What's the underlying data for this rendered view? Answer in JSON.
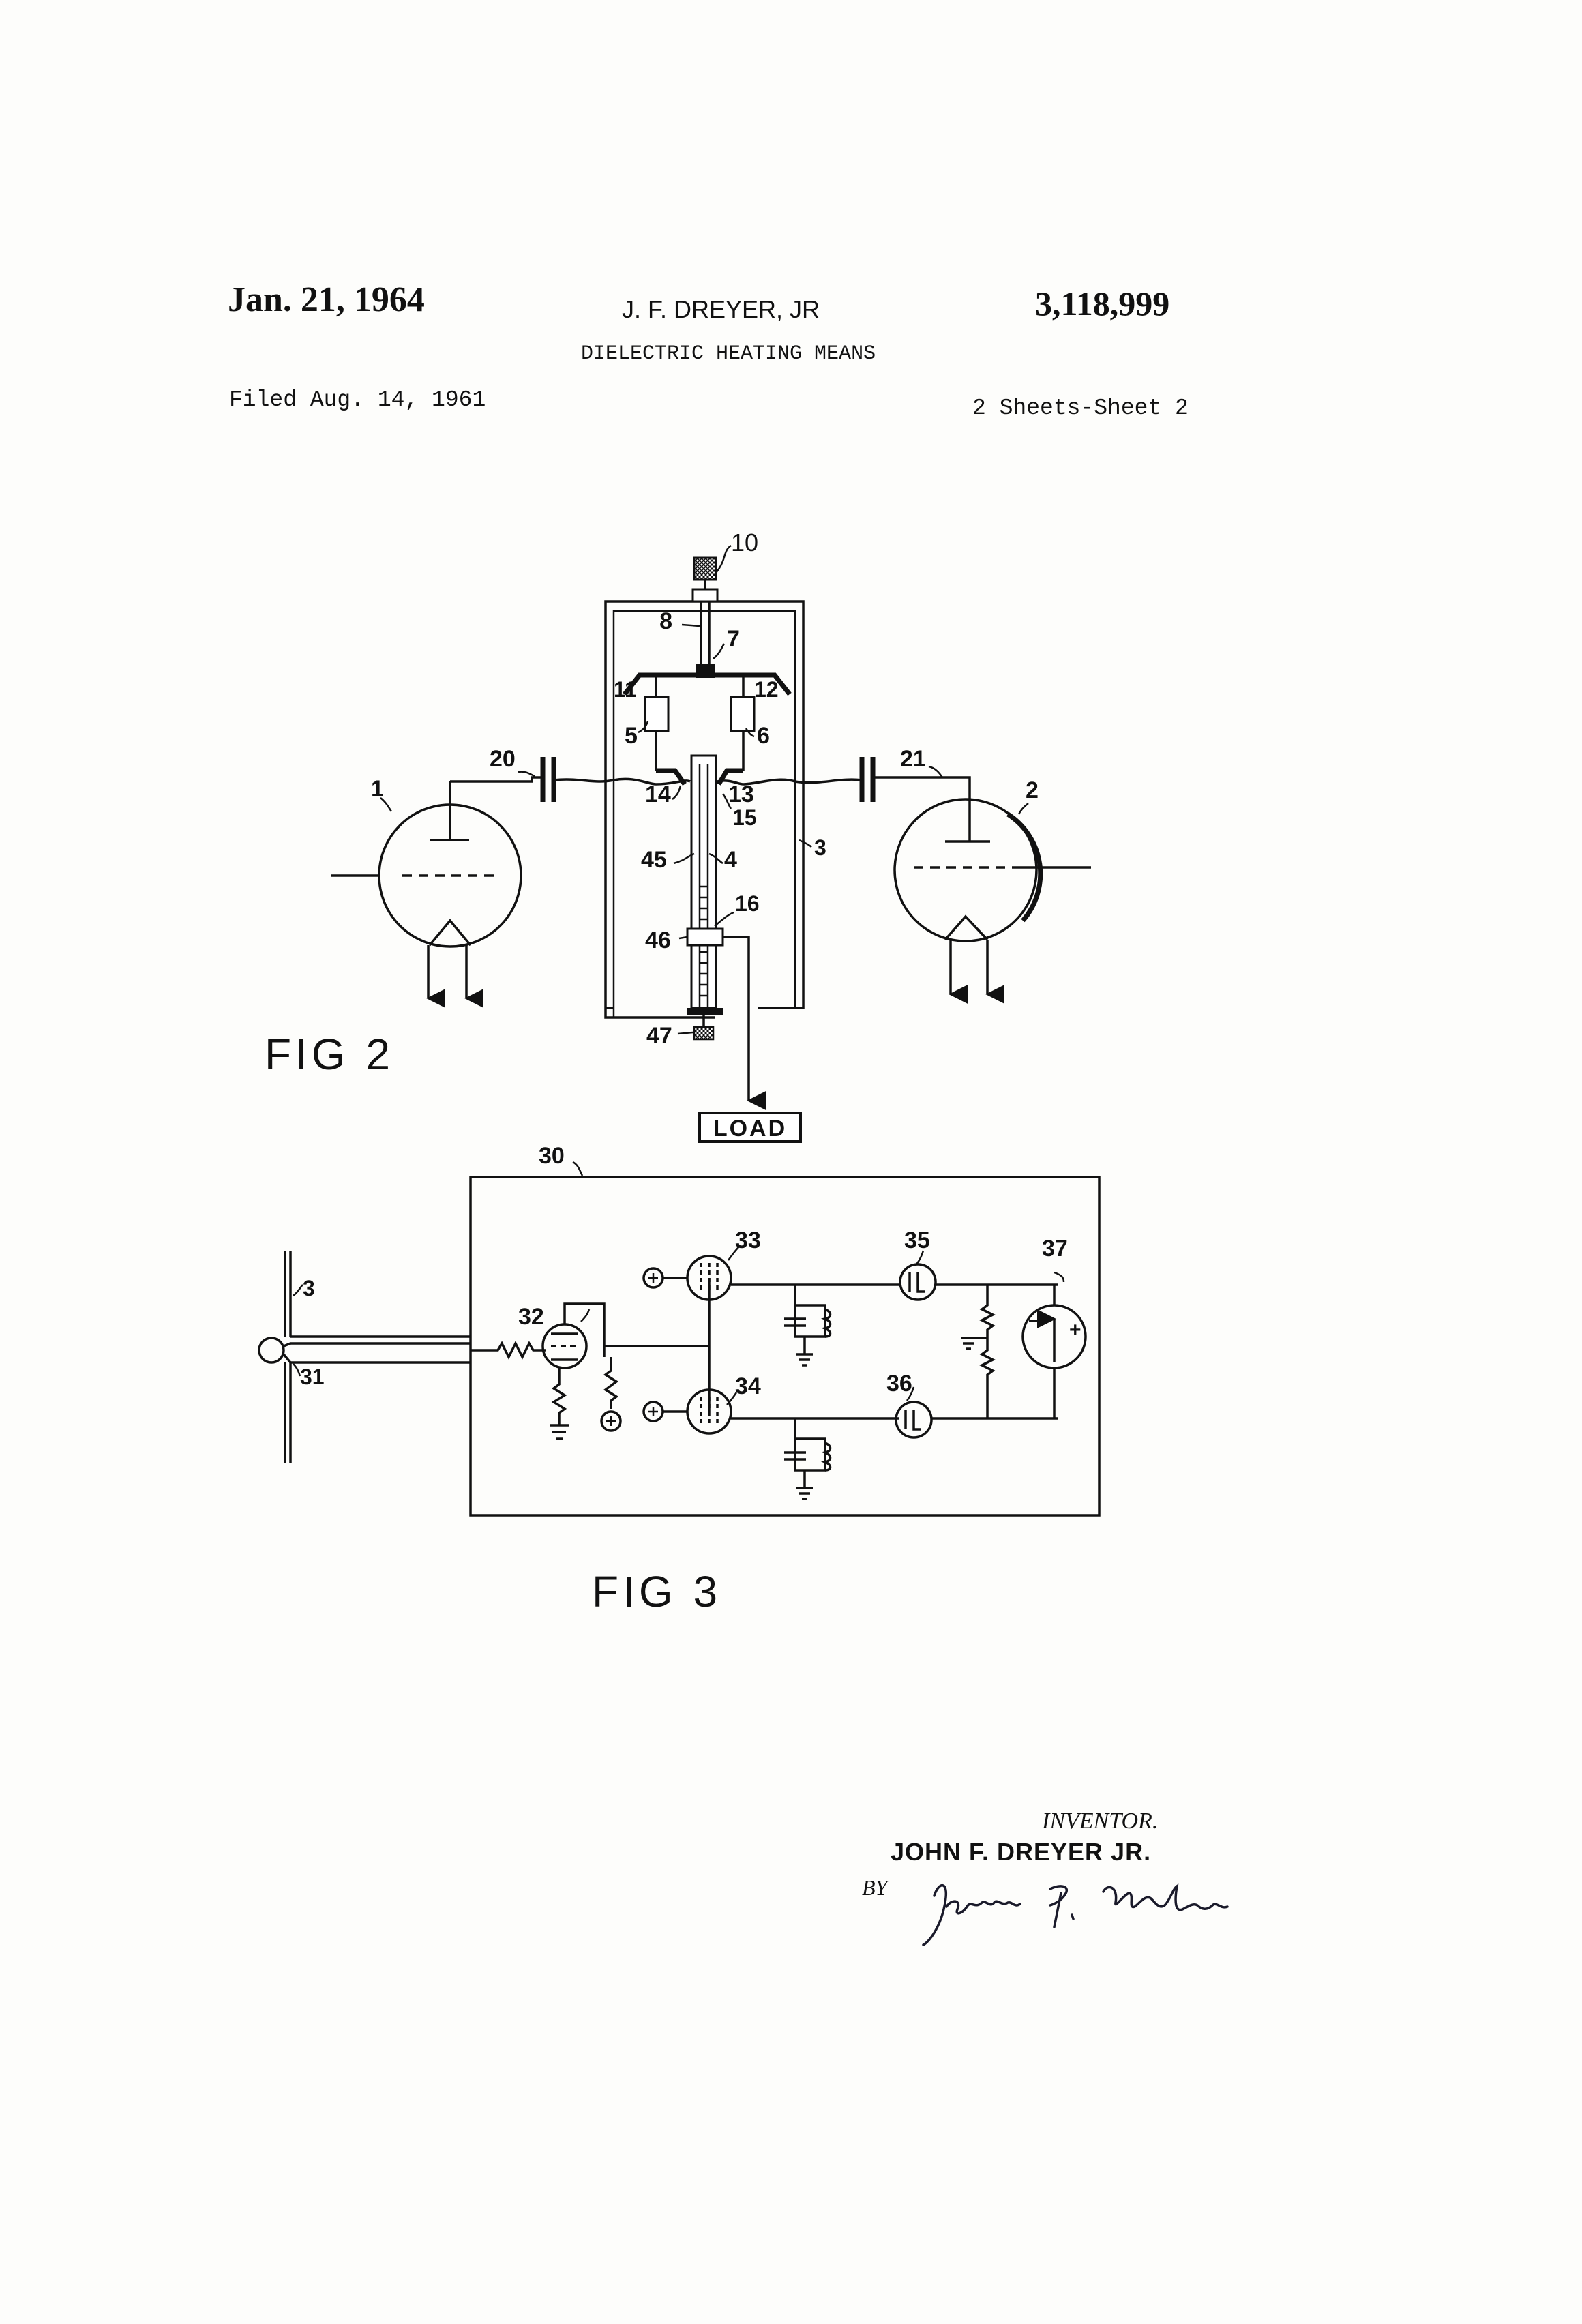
{
  "header": {
    "date": "Jan. 21, 1964",
    "inventor_name": "J. F. DREYER, JR",
    "patent_number": "3,118,999",
    "title": "DIELECTRIC HEATING MEANS",
    "filed": "Filed Aug. 14, 1961",
    "sheets": "2 Sheets-Sheet 2"
  },
  "figures": {
    "fig2_caption": "FIG 2",
    "fig3_caption": "FIG 3",
    "load_label": "LOAD",
    "fig2_refs": [
      "10",
      "8",
      "7",
      "11",
      "12",
      "5",
      "6",
      "20",
      "21",
      "1",
      "2",
      "14",
      "13",
      "15",
      "45",
      "4",
      "3",
      "16",
      "46",
      "47"
    ],
    "fig3_refs": [
      "30",
      "33",
      "35",
      "37",
      "3",
      "32",
      "31",
      "34",
      "36"
    ]
  },
  "signature_block": {
    "inventor_label": "INVENTOR.",
    "inventor_name": "JOHN F. DREYER JR.",
    "by_label": "BY",
    "signature": "James P. Malone"
  }
}
